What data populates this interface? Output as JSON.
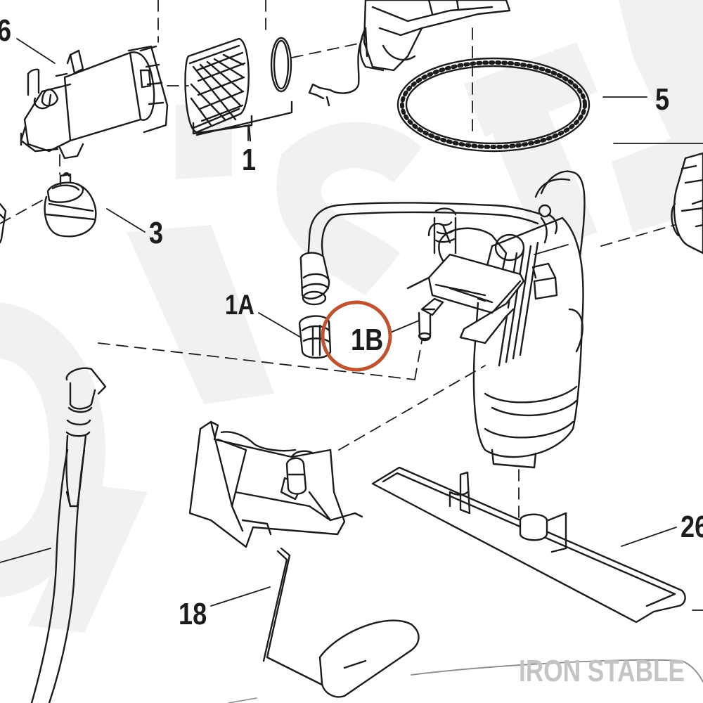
{
  "diagram": {
    "callouts": {
      "c6": "6",
      "c1": "1",
      "c3": "3",
      "c5": "5",
      "c1a": "1A",
      "c1b": "1B",
      "c18": "18",
      "c26": "26"
    },
    "highlight_color": "#c0532f",
    "line_color": "#1c1c1c"
  },
  "watermark": {
    "text": "IRON STABLE"
  }
}
